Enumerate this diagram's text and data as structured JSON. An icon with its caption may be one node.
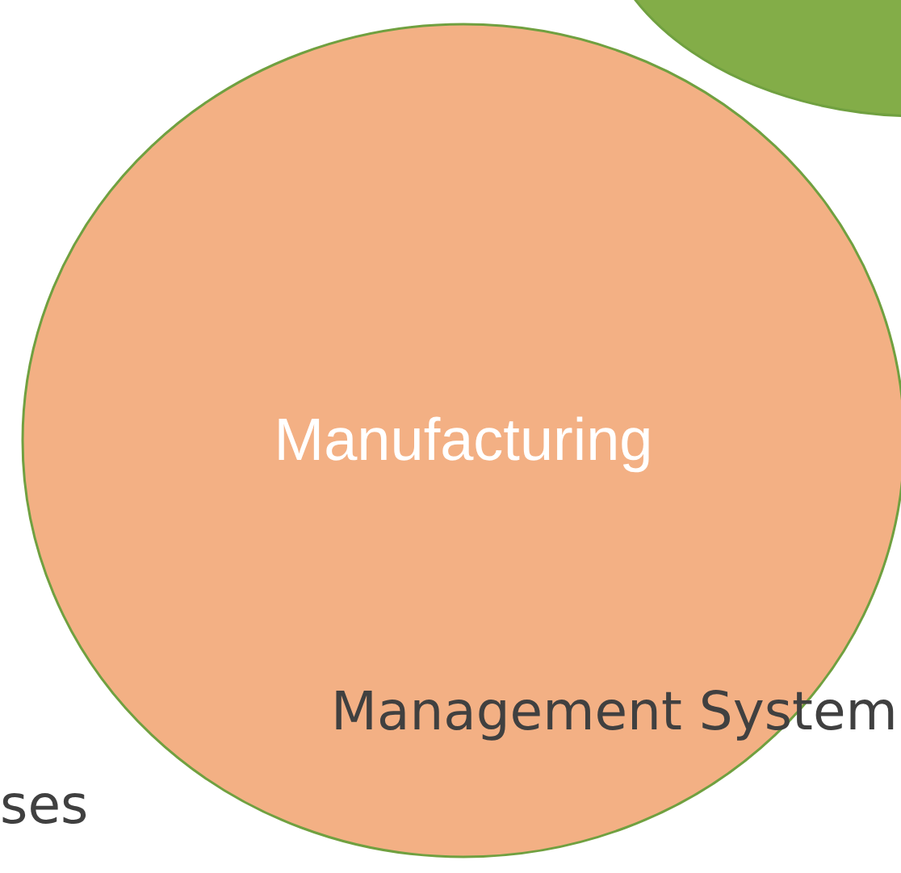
{
  "diagram": {
    "nodes": [
      {
        "text": [],
        "shape": "circle"
      },
      {
        "text": [
          "Manufacturing"
        ]
      }
    ],
    "labels": [
      "Management System",
      "ses"
    ]
  }
}
